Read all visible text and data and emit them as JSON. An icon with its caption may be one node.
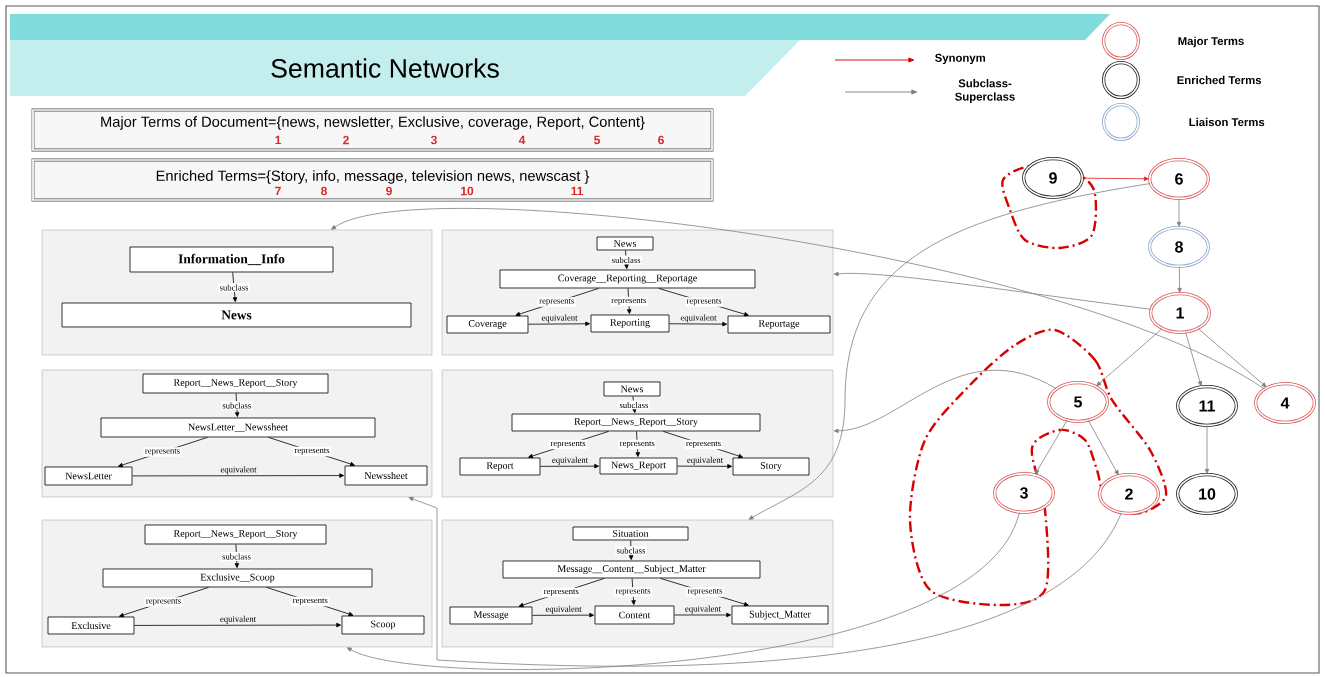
{
  "diagram": {
    "title": "Semantic Networks",
    "nodes": [
      {
        "text": [
          "Major Terms of Document={news, newsletter, Exclusive, coverage, Report, Content}",
          "1",
          "2",
          "3",
          "4",
          "5",
          "6"
        ]
      },
      {
        "text": [
          "Enriched Terms={Story, info, message, television news, newscast }",
          "7",
          "8",
          "9",
          "10",
          "11"
        ]
      },
      {
        "text": [],
        "shape": "box"
      },
      {
        "text": [
          "Information__Info"
        ],
        "in": 2
      },
      {
        "text": [
          "News"
        ],
        "in": 2
      },
      {
        "text": [],
        "shape": "box"
      },
      {
        "text": [
          "News"
        ],
        "in": 5
      },
      {
        "text": [
          "Coverage__Reporting__Reportage"
        ],
        "in": 5
      },
      {
        "text": [
          "Coverage"
        ],
        "in": 5
      },
      {
        "text": [
          "Reporting"
        ],
        "in": 5
      },
      {
        "text": [
          "Reportage"
        ],
        "in": 5
      },
      {
        "text": [],
        "shape": "box"
      },
      {
        "text": [
          "Report__News_Report__Story"
        ],
        "in": 11
      },
      {
        "text": [
          "NewsLetter__Newssheet"
        ],
        "in": 11
      },
      {
        "text": [
          "NewsLetter"
        ],
        "in": 11
      },
      {
        "text": [
          "Newssheet"
        ],
        "in": 11
      },
      {
        "text": [],
        "shape": "box"
      },
      {
        "text": [
          "News"
        ],
        "in": 16
      },
      {
        "text": [
          "Report__News_Report__Story"
        ],
        "in": 16
      },
      {
        "text": [
          "Report"
        ],
        "in": 16
      },
      {
        "text": [
          "News_Report"
        ],
        "in": 16
      },
      {
        "text": [
          "Story"
        ],
        "in": 16
      },
      {
        "text": [],
        "shape": "box"
      },
      {
        "text": [
          "Report__News_Report__Story"
        ],
        "in": 22
      },
      {
        "text": [
          "Exclusive__Scoop"
        ],
        "in": 22
      },
      {
        "text": [
          "Exclusive"
        ],
        "in": 22
      },
      {
        "text": [
          "Scoop"
        ],
        "in": 22
      },
      {
        "text": [],
        "shape": "box"
      },
      {
        "text": [
          "Situation"
        ],
        "in": 27
      },
      {
        "text": [
          "Message__Content__Subject_Matter"
        ],
        "in": 27
      },
      {
        "text": [
          "Message"
        ],
        "in": 27
      },
      {
        "text": [
          "Content"
        ],
        "in": 27
      },
      {
        "text": [
          "Subject_Matter"
        ],
        "in": 27
      },
      {
        "text": [
          "9"
        ]
      },
      {
        "text": [
          "6"
        ]
      },
      {
        "text": [
          "8"
        ]
      },
      {
        "text": [
          "1"
        ]
      },
      {
        "text": [
          "5"
        ]
      },
      {
        "text": [
          "11"
        ]
      },
      {
        "text": [
          "4"
        ]
      },
      {
        "text": [
          "3"
        ]
      },
      {
        "text": [
          "2"
        ]
      },
      {
        "text": [
          "10"
        ]
      }
    ],
    "edges": [
      {
        "from": 3,
        "to": 4,
        "arrow": "to",
        "label": "subclass"
      },
      {
        "from": 6,
        "to": 7,
        "arrow": "to",
        "label": "subclass"
      },
      {
        "from": 7,
        "to": 8,
        "arrow": "to",
        "label": "represents"
      },
      {
        "from": 7,
        "to": 9,
        "arrow": "to",
        "label": "represents"
      },
      {
        "from": 7,
        "to": 10,
        "arrow": "to",
        "label": "represents"
      },
      {
        "from": 8,
        "to": 9,
        "arrow": "to",
        "label": "equivalent"
      },
      {
        "from": 9,
        "to": 10,
        "arrow": "to",
        "label": "equivalent"
      },
      {
        "from": 12,
        "to": 13,
        "arrow": "to",
        "label": "subclass"
      },
      {
        "from": 13,
        "to": 14,
        "arrow": "to",
        "label": "represents"
      },
      {
        "from": 13,
        "to": 15,
        "arrow": "to",
        "label": "represents"
      },
      {
        "from": 14,
        "to": 15,
        "arrow": "to",
        "label": "equivalent"
      },
      {
        "from": 17,
        "to": 18,
        "arrow": "to",
        "label": "subclass"
      },
      {
        "from": 18,
        "to": 19,
        "arrow": "to",
        "label": "represents"
      },
      {
        "from": 18,
        "to": 20,
        "arrow": "to",
        "label": "represents"
      },
      {
        "from": 18,
        "to": 21,
        "arrow": "to",
        "label": "represents"
      },
      {
        "from": 19,
        "to": 20,
        "arrow": "to",
        "label": "equivalent"
      },
      {
        "from": 20,
        "to": 21,
        "arrow": "to",
        "label": "equivalent"
      },
      {
        "from": 23,
        "to": 24,
        "arrow": "to",
        "label": "subclass"
      },
      {
        "from": 24,
        "to": 25,
        "arrow": "to",
        "label": "represents"
      },
      {
        "from": 24,
        "to": 26,
        "arrow": "to",
        "label": "represents"
      },
      {
        "from": 25,
        "to": 26,
        "arrow": "to",
        "label": "equivalent"
      },
      {
        "from": 28,
        "to": 29,
        "arrow": "to",
        "label": "subclass"
      },
      {
        "from": 29,
        "to": 30,
        "arrow": "to",
        "label": "represents"
      },
      {
        "from": 29,
        "to": 31,
        "arrow": "to",
        "label": "represents"
      },
      {
        "from": 29,
        "to": 32,
        "arrow": "to",
        "label": "represents"
      },
      {
        "from": 30,
        "to": 31,
        "arrow": "to",
        "label": "equivalent"
      },
      {
        "from": 31,
        "to": 32,
        "arrow": "to",
        "label": "equivalent"
      },
      {
        "from": 33,
        "to": 34,
        "arrow": "to",
        "color": "#d62020"
      },
      {
        "from": 34,
        "to": 35,
        "arrow": "to",
        "color": "#808080"
      },
      {
        "from": 35,
        "to": 36,
        "arrow": "to",
        "color": "#808080"
      },
      {
        "from": 36,
        "to": 37,
        "arrow": "to",
        "color": "#808080"
      },
      {
        "from": 36,
        "to": 38,
        "arrow": "to",
        "color": "#808080"
      },
      {
        "from": 36,
        "to": 39,
        "arrow": "to",
        "color": "#808080"
      },
      {
        "from": 37,
        "to": 40,
        "arrow": "to",
        "color": "#808080"
      },
      {
        "from": 37,
        "to": 41,
        "arrow": "to",
        "color": "#808080"
      },
      {
        "from": 38,
        "to": 42,
        "arrow": "to",
        "color": "#808080"
      },
      {
        "from": 39,
        "to": 2,
        "arrow": "to",
        "color": "#808080"
      },
      {
        "from": 36,
        "to": 5,
        "arrow": "to",
        "color": "#808080"
      },
      {
        "from": 34,
        "to": 27,
        "arrow": "to",
        "color": "#808080"
      },
      {
        "from": 37,
        "to": 16,
        "arrow": "to",
        "color": "#808080"
      },
      {
        "from": 40,
        "to": 22,
        "arrow": "to",
        "color": "#808080"
      },
      {
        "from": 41,
        "to": 11,
        "arrow": "to",
        "color": "#808080"
      }
    ],
    "legend": [
      {
        "text": "Synonym"
      },
      {
        "text": "Subclass-Superclass"
      },
      {
        "text": "Major Terms"
      },
      {
        "text": "Enriched Terms"
      },
      {
        "text": "Liaison Terms"
      }
    ]
  }
}
